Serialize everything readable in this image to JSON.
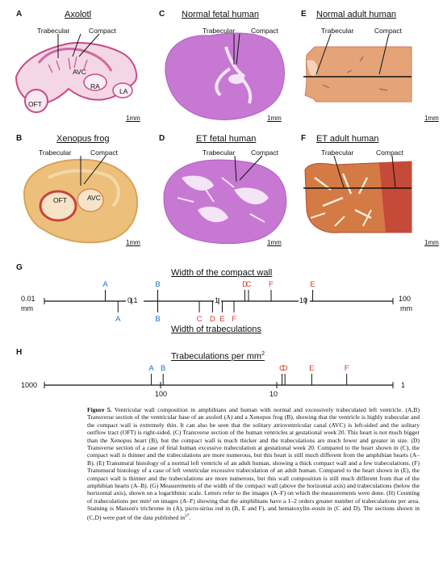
{
  "panels": {
    "A": {
      "letter": "A",
      "title": "Axolotl",
      "labels": [
        "Trabecular",
        "Compact",
        "AVC",
        "RA",
        "LA",
        "OFT"
      ],
      "scale": "1mm"
    },
    "B": {
      "letter": "B",
      "title": "Xenopus frog",
      "labels": [
        "Trabecular",
        "Compact",
        "OFT",
        "AVC"
      ],
      "scale": "1mm"
    },
    "C": {
      "letter": "C",
      "title": "Normal fetal human",
      "labels": [
        "Trabecular",
        "Compact"
      ],
      "scale": "1mm"
    },
    "D": {
      "letter": "D",
      "title": "ET fetal human",
      "labels": [
        "Trabecular",
        "Compact"
      ],
      "scale": "1mm"
    },
    "E": {
      "letter": "E",
      "title": "Normal adult human",
      "labels": [
        "Trabecular",
        "Compact"
      ],
      "scale": "1mm"
    },
    "F": {
      "letter": "F",
      "title": "ET adult human",
      "labels": [
        "Trabecular",
        "Compact"
      ],
      "scale": "1mm"
    }
  },
  "panel_g": {
    "letter": "G",
    "top_title": "Width of the compact wall",
    "bottom_title": "Width of trabeculations",
    "left_value": "0.01",
    "left_unit": "mm",
    "right_value": "100",
    "right_unit": "mm",
    "ticks": [
      "0.1",
      "1",
      "10"
    ],
    "above": [
      {
        "label": "A",
        "color": "#1f6fd1",
        "value_mm": 0.05
      },
      {
        "label": "B",
        "color": "#1f6fd1",
        "value_mm": 0.2
      },
      {
        "label": "D",
        "color": "#d63a2a",
        "value_mm": 2
      },
      {
        "label": "C",
        "color": "#d63a2a",
        "value_mm": 2.2
      },
      {
        "label": "F",
        "color": "#d63a2a",
        "value_mm": 4
      },
      {
        "label": "E",
        "color": "#d63a2a",
        "value_mm": 12
      }
    ],
    "below": [
      {
        "label": "A",
        "color": "#1f6fd1",
        "value_mm": 0.07
      },
      {
        "label": "B",
        "color": "#1f6fd1",
        "value_mm": 0.2
      },
      {
        "label": "C",
        "color": "#d63a2a",
        "value_mm": 0.6
      },
      {
        "label": "D",
        "color": "#d63a2a",
        "value_mm": 0.85
      },
      {
        "label": "E",
        "color": "#d63a2a",
        "value_mm": 1.1
      },
      {
        "label": "F",
        "color": "#d63a2a",
        "value_mm": 1.5
      }
    ]
  },
  "panel_h": {
    "letter": "H",
    "title_main": "Trabeculations per mm",
    "title_sup": "2",
    "left_value": "1000",
    "right_value": "1",
    "ticks": [
      "100",
      "10"
    ],
    "points": [
      {
        "label": "A",
        "color": "#1f6fd1",
        "value": 120
      },
      {
        "label": "B",
        "color": "#1f6fd1",
        "value": 95
      },
      {
        "label": "C",
        "color": "#d63a2a",
        "value": 9
      },
      {
        "label": "D",
        "color": "#d63a2a",
        "value": 8.5
      },
      {
        "label": "E",
        "color": "#d63a2a",
        "value": 5
      },
      {
        "label": "F",
        "color": "#d63a2a",
        "value": 2.5
      }
    ]
  },
  "caption": {
    "heading": "Figure 5.",
    "text": "Ventricular wall composition in amphibians and human with normal and excessively trabeculated left ventricle. (A,B) Transverse section of the ventricular base of an axolotl (A) and a Xenopus frog (B), showing that the ventricle is highly trabecular and the compact wall is extremely thin. It can also be seen that the solitary atrioventricular canal (AVC) is left-sided and the solitary outflow tract (OFT) is right-sided. (C) Transverse section of the human ventricles at gestational week 20. This heart is not much bigger than the Xenopus heart (B), but the compact wall is much thicker and the trabeculations are much fewer and greater in size. (D) Transverse section of a case of fetal human excessive trabeculation at gestational week 20. Compared to the heart shown in (C), the compact wall is thinner and the trabeculations are more numerous, but this heart is still much different from the amphibian hearts (A–B). (E) Transmural histology of a normal left ventricle of an adult human, showing a thick compact wall and a few trabeculations. (F) Transmural histology of a case of left ventricular excessive trabeculation of an adult human. Compared to the heart shown in (E), the compact wall is thinner and the trabeculations are more numerous, but this wall composition is still much different from that of the amphibian hearts (A–B). (G) Measurements of the width of the compact wall (above the horizontal axis) and trabeculations (below the horizontal axis), shown on a logarithmic scale. Letters refer to the images (A–F) on which the measurements were done. (H) Counting of trabeculations per mm² on images (A–F) showing that the amphibians have a 1–2 orders greater number of trabeculations per area. Staining is Masson's trichrome in (A), picro-sirius red in (B, E and F), and hematoxylin–eosin in (C and D). The sections shown in (C,D) were part of the data published in",
    "ref": "27",
    "end": "."
  },
  "colors": {
    "blue": "#1f6fd1",
    "red": "#d63a2a",
    "he_pink": "#c86ad0",
    "masson_red": "#c44a3a",
    "sirius_yellow": "#e8c27a"
  }
}
